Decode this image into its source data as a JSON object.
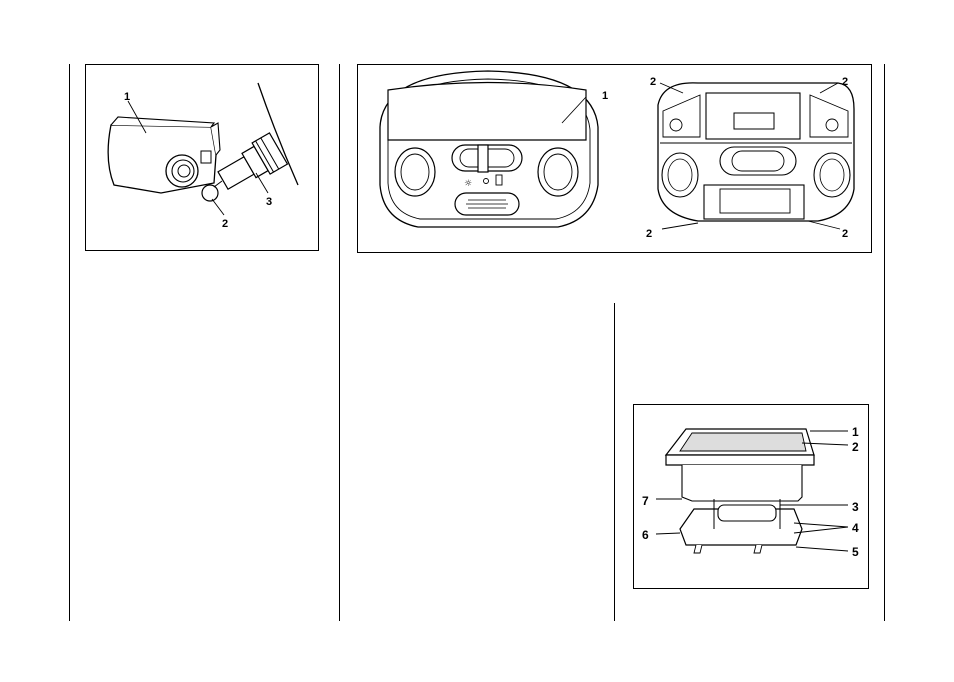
{
  "figure_bulb_holder": {
    "callouts": [
      "1",
      "2",
      "3"
    ]
  },
  "figure_dome_light": {
    "callouts_front": [
      "1"
    ],
    "callouts_rear": [
      "2",
      "2",
      "2",
      "2"
    ]
  },
  "figure_lamp_exploded": {
    "callouts": [
      "1",
      "2",
      "3",
      "4",
      "5",
      "6",
      "7"
    ]
  }
}
